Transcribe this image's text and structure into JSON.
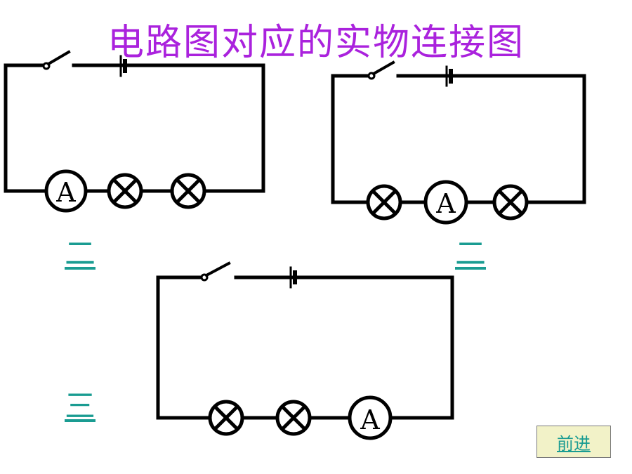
{
  "title": "电路图对应的实物连接图",
  "links": {
    "one_left": "二",
    "one_right": "二",
    "three": "三"
  },
  "nav": {
    "forward_label": "前进"
  },
  "ammeter_letter": "A",
  "colors": {
    "title": "#aa22dd",
    "link": "#1a9c92",
    "line": "#000000",
    "button_bg": "#f2f2c8"
  },
  "circuits": [
    {
      "id": "circuit-1",
      "order": [
        "ammeter",
        "lamp",
        "lamp"
      ]
    },
    {
      "id": "circuit-2",
      "order": [
        "lamp",
        "ammeter",
        "lamp"
      ]
    },
    {
      "id": "circuit-3",
      "order": [
        "lamp",
        "lamp",
        "ammeter"
      ]
    }
  ]
}
